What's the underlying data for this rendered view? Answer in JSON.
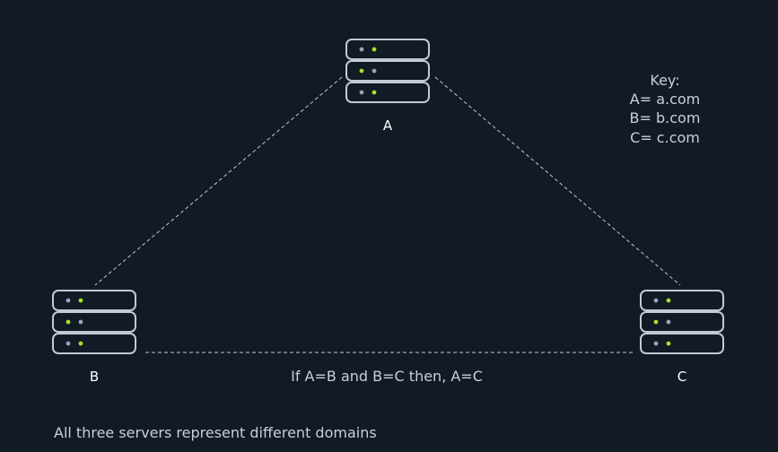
{
  "colors": {
    "background": "#111a25",
    "outline": "#c3c9d7",
    "led_green": "#a5e02a",
    "led_gray": "#9aa3b5",
    "label": "#ffffff",
    "text": "#c9cfdc"
  },
  "servers": [
    {
      "id": "a",
      "label": "A",
      "leds": [
        [
          "gray",
          "green"
        ],
        [
          "green",
          "gray"
        ],
        [
          "gray",
          "green"
        ]
      ]
    },
    {
      "id": "b",
      "label": "B",
      "leds": [
        [
          "gray",
          "green"
        ],
        [
          "green",
          "gray"
        ],
        [
          "gray",
          "green"
        ]
      ]
    },
    {
      "id": "c",
      "label": "C",
      "leds": [
        [
          "gray",
          "green"
        ],
        [
          "green",
          "gray"
        ],
        [
          "gray",
          "green"
        ]
      ]
    }
  ],
  "connections": [
    {
      "from": "a",
      "to": "b"
    },
    {
      "from": "a",
      "to": "c"
    },
    {
      "from": "b",
      "to": "c"
    }
  ],
  "key": {
    "title": "Key:",
    "items": [
      "A= a.com",
      "B= b.com",
      "C= c.com"
    ]
  },
  "relation_text": "If A=B and B=C then, A=C",
  "footer": "All three servers represent different domains"
}
